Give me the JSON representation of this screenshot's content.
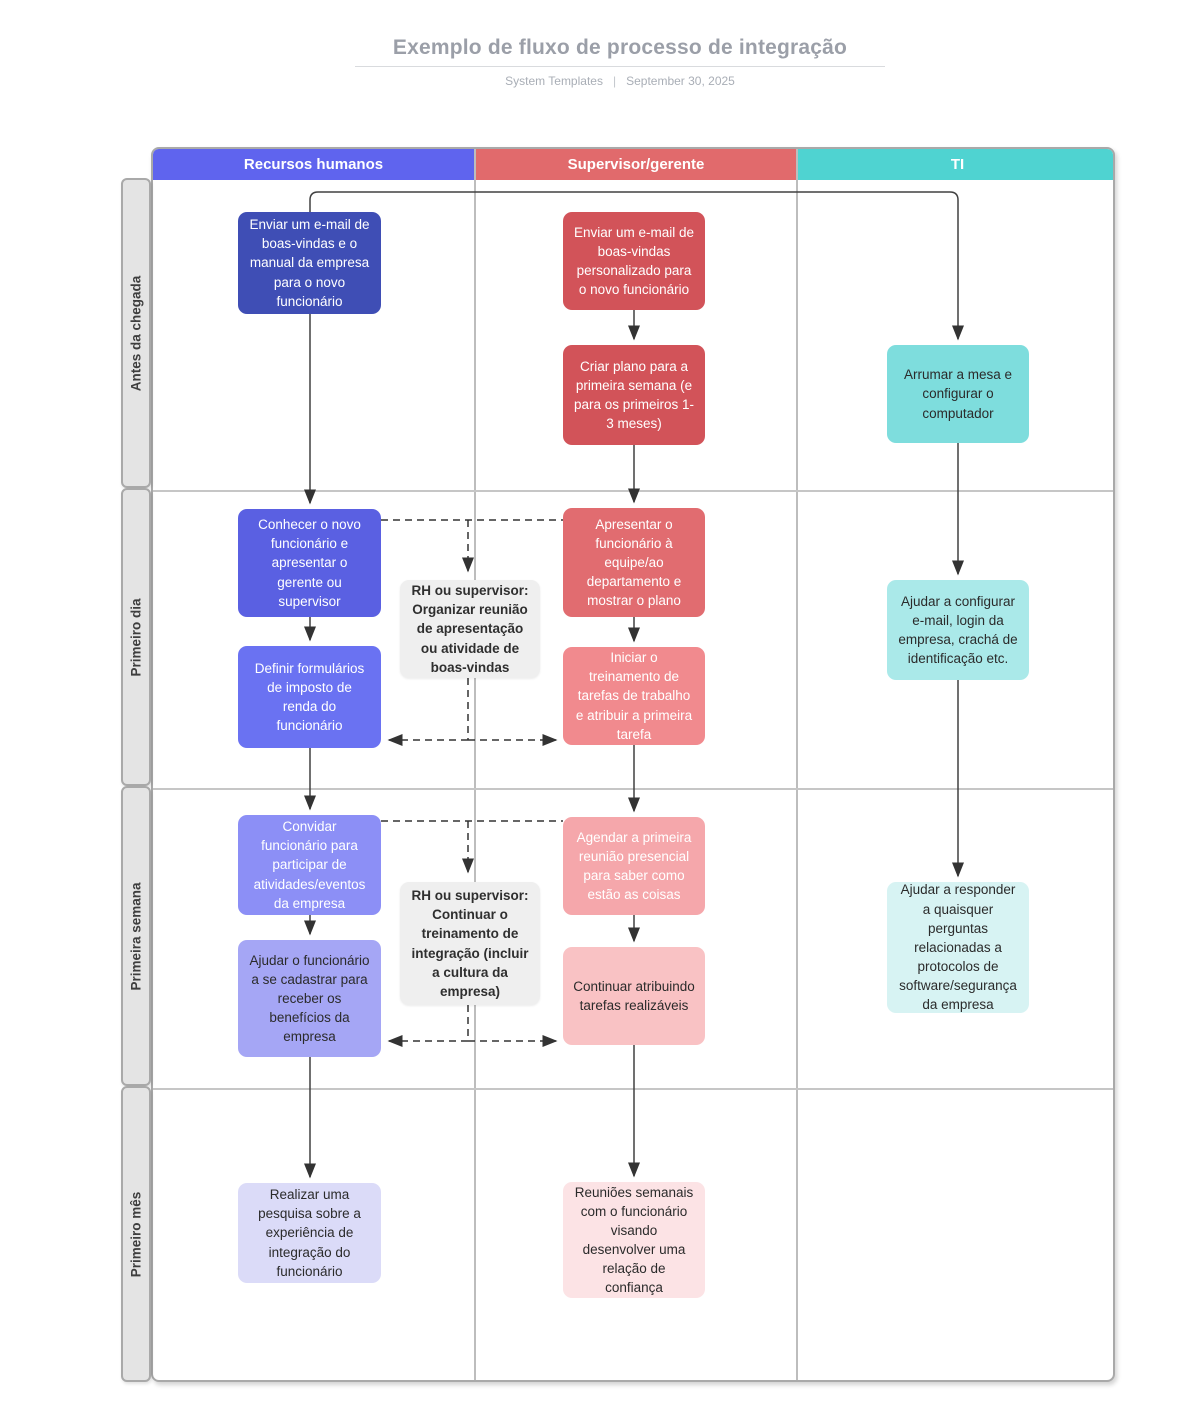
{
  "doc": {
    "title": "Exemplo de fluxo de processo de integração",
    "byline": "System Templates",
    "separator": "|",
    "date": "September 30, 2025"
  },
  "lanes": [
    {
      "label": "Recursos humanos",
      "color": "#5f64ee"
    },
    {
      "label": "Supervisor/gerente",
      "color": "#e16a6c"
    },
    {
      "label": "TI",
      "color": "#4fd3d1"
    }
  ],
  "phases": [
    {
      "label": "Antes da chegada"
    },
    {
      "label": "Primeiro dia"
    },
    {
      "label": "Primeira semana"
    },
    {
      "label": "Primeiro mês"
    }
  ],
  "boxes": [
    {
      "lane": "Recursos humanos",
      "phase": "Antes da chegada",
      "text": "Enviar um e-mail de boas-vindas e o manual da empresa para o novo funcionário",
      "bg": "#3f4eb5",
      "fg": "#ffffff"
    },
    {
      "lane": "Recursos humanos",
      "phase": "Primeiro dia",
      "text": "Conhecer o novo funcionário e apresentar o gerente ou supervisor",
      "bg": "#5a60e2",
      "fg": "#ffffff"
    },
    {
      "lane": "Recursos humanos",
      "phase": "Primeiro dia",
      "text": "Definir formulários de imposto de renda do funcionário",
      "bg": "#6a72f2",
      "fg": "#ffffff"
    },
    {
      "lane": "Recursos humanos",
      "phase": "Primeira semana",
      "text": "Convidar funcionário para participar de atividades/eventos da empresa",
      "bg": "#8c8ff6",
      "fg": "#ffffff"
    },
    {
      "lane": "Recursos humanos",
      "phase": "Primeira semana",
      "text": "Ajudar o funcionário a se cadastrar para receber os benefícios da empresa",
      "bg": "#a5a6f5",
      "fg": "#2b2b2b"
    },
    {
      "lane": "Recursos humanos",
      "phase": "Primeiro mês",
      "text": "Realizar uma pesquisa sobre a experiência de integração do funcionário",
      "bg": "#dbdbf8",
      "fg": "#2b2b2b"
    },
    {
      "lane": "Supervisor/gerente",
      "phase": "Antes da chegada",
      "text": "Enviar um e-mail de boas-vindas personalizado para o novo funcionário",
      "bg": "#d25359",
      "fg": "#ffffff"
    },
    {
      "lane": "Supervisor/gerente",
      "phase": "Antes da chegada",
      "text": "Criar plano para a primeira semana (e para os primeiros 1-3 meses)",
      "bg": "#d25359",
      "fg": "#ffffff"
    },
    {
      "lane": "Supervisor/gerente",
      "phase": "Primeiro dia",
      "text": "Apresentar o funcionário à equipe/ao departamento e mostrar o plano",
      "bg": "#e16c70",
      "fg": "#ffffff"
    },
    {
      "lane": "Supervisor/gerente",
      "phase": "Primeiro dia",
      "text": "Iniciar o treinamento de tarefas de trabalho e atribuir a primeira tarefa",
      "bg": "#f18a8e",
      "fg": "#ffffff"
    },
    {
      "lane": "Supervisor/gerente",
      "phase": "Primeira semana",
      "text": "Agendar a primeira reunião presencial para saber como estão as coisas",
      "bg": "#f5a7ab",
      "fg": "#ffffff"
    },
    {
      "lane": "Supervisor/gerente",
      "phase": "Primeira semana",
      "text": "Continuar atribuindo tarefas realizáveis",
      "bg": "#f9c2c4",
      "fg": "#2b2b2b"
    },
    {
      "lane": "Supervisor/gerente",
      "phase": "Primeiro mês",
      "text": "Reuniões semanais com o funcionário visando desenvolver uma relação de confiança",
      "bg": "#fce3e5",
      "fg": "#2b2b2b"
    },
    {
      "lane": "TI",
      "phase": "Antes da chegada",
      "text": "Arrumar a mesa e configurar o computador",
      "bg": "#7edddd",
      "fg": "#2b2b2b"
    },
    {
      "lane": "TI",
      "phase": "Primeiro dia",
      "text": "Ajudar a configurar e-mail, login da empresa, crachá de identificação etc.",
      "bg": "#aae9e9",
      "fg": "#2b2b2b"
    },
    {
      "lane": "TI",
      "phase": "Primeira semana",
      "text": "Ajudar a responder a quaisquer perguntas relacionadas a protocolos de software/segurança da empresa",
      "bg": "#d7f3f3",
      "fg": "#2b2b2b"
    }
  ],
  "notes": [
    {
      "text": "RH ou supervisor: Organizar reunião de apresentação ou atividade de boas-vindas",
      "bg": "#efefef",
      "fg": "#2f2f2f"
    },
    {
      "text": "RH ou supervisor: Continuar o treinamento de integração (incluir a cultura da empresa)",
      "bg": "#efefef",
      "fg": "#2f2f2f"
    }
  ]
}
